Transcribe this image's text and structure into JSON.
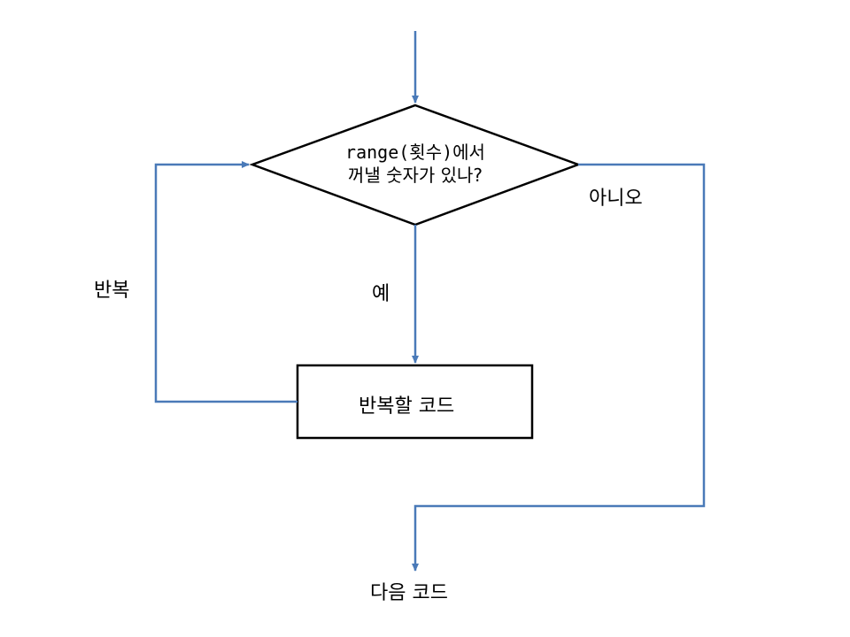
{
  "diagram": {
    "decision": {
      "line1": "range(횟수)에서",
      "line2": "꺼낼 숫자가 있나?"
    },
    "process": {
      "label": "반복할 코드"
    },
    "branches": {
      "yes": "예",
      "no": "아니오",
      "loop": "반복"
    },
    "end": {
      "label": "다음 코드"
    },
    "colors": {
      "connector": "#4a7ab8",
      "shape_stroke": "#000000",
      "background": "#ffffff"
    }
  }
}
